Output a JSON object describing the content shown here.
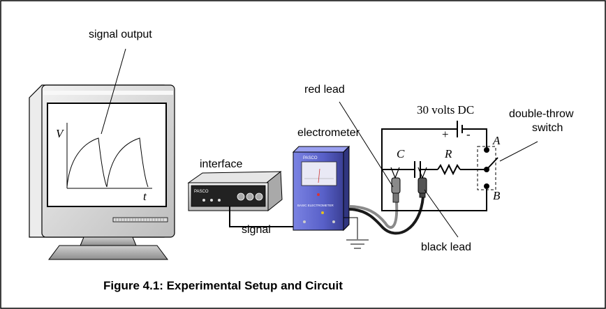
{
  "labels": {
    "signal_output": "signal output",
    "axis_v": "V",
    "axis_t": "t",
    "interface": "interface",
    "electrometer": "electrometer",
    "red_lead": "red lead",
    "battery": "30 volts DC",
    "battery_plus": "+",
    "battery_minus": "-",
    "capacitor": "C",
    "resistor": "R",
    "terminal_a": "A",
    "terminal_b": "B",
    "switch_line1": "double-throw",
    "switch_line2": "switch",
    "signal": "signal",
    "black_lead": "black lead",
    "interface_brand": "PASCO",
    "electrometer_brand": "PASCO",
    "electrometer_name": "BASIC ELECTROMETER"
  },
  "caption": "Figure  4.1: Experimental Setup and Circuit",
  "colors": {
    "electrometer_body": "#5b63c9",
    "red_lead_clip": "#8a8a8a",
    "black_lead_clip": "#555555",
    "monitor_shell": "#d9d9d9"
  }
}
